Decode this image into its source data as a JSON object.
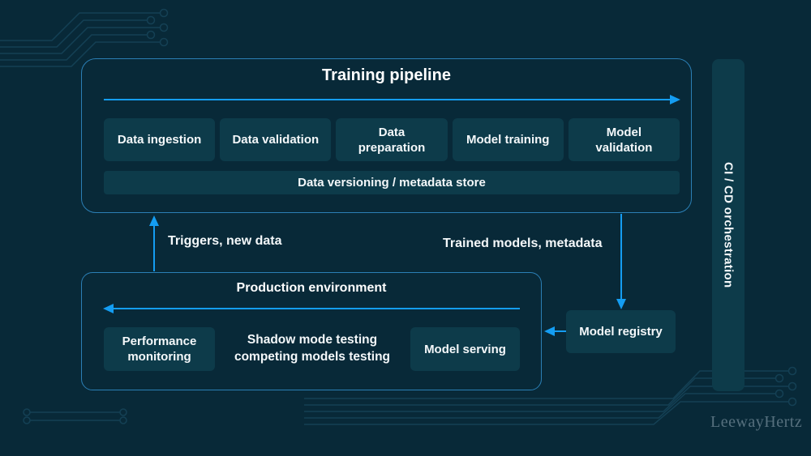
{
  "colors": {
    "background": "#082938",
    "node_fill": "#0d3b4a",
    "frame_border": "#2b7fb5",
    "arrow_accent": "#149df2",
    "trace": "#1d5068",
    "brand_text": "#56707e"
  },
  "training": {
    "title": "Training pipeline",
    "steps": [
      "Data ingestion",
      "Data validation",
      "Data preparation",
      "Model training",
      "Model validation"
    ],
    "store": "Data versioning / metadata store"
  },
  "flow_labels": {
    "triggers": "Triggers, new data",
    "trained": "Trained models, metadata"
  },
  "production": {
    "title": "Production environment",
    "performance": "Performance monitoring",
    "shadow_line1": "Shadow mode testing",
    "shadow_line2": "competing models testing",
    "serving": "Model serving"
  },
  "registry": {
    "label": "Model registry"
  },
  "cicd": {
    "label": "CI / CD orchestration"
  },
  "brand": {
    "label": "LeewayHertz"
  }
}
